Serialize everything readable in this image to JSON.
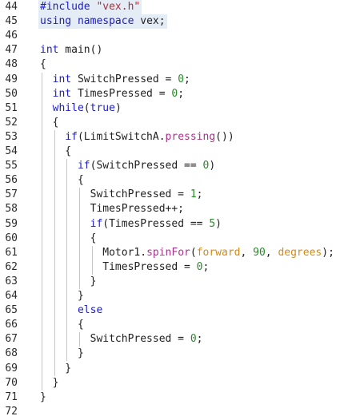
{
  "editor": {
    "lines": [
      {
        "num": "44",
        "code": [
          {
            "t": "#include",
            "c": "pp"
          },
          {
            "t": " "
          },
          {
            "t": "\"vex.h\"",
            "c": "str"
          }
        ]
      },
      {
        "num": "45",
        "code": [
          {
            "t": "using",
            "c": "kw"
          },
          {
            "t": " "
          },
          {
            "t": "namespace",
            "c": "kw"
          },
          {
            "t": " vex;"
          }
        ]
      },
      {
        "num": "46",
        "code": []
      },
      {
        "num": "47",
        "code": [
          {
            "t": "int",
            "c": "kw"
          },
          {
            "t": " main()"
          }
        ]
      },
      {
        "num": "48",
        "code": [
          {
            "t": "{"
          }
        ]
      },
      {
        "num": "49",
        "code": [
          {
            "t": "  "
          },
          {
            "t": "int",
            "c": "kw"
          },
          {
            "t": " SwitchPressed = "
          },
          {
            "t": "0",
            "c": "num"
          },
          {
            "t": ";"
          }
        ]
      },
      {
        "num": "50",
        "code": [
          {
            "t": "  "
          },
          {
            "t": "int",
            "c": "kw"
          },
          {
            "t": " TimesPressed = "
          },
          {
            "t": "0",
            "c": "num"
          },
          {
            "t": ";"
          }
        ]
      },
      {
        "num": "51",
        "code": [
          {
            "t": "  "
          },
          {
            "t": "while",
            "c": "kw"
          },
          {
            "t": "("
          },
          {
            "t": "true",
            "c": "kw"
          },
          {
            "t": ")"
          }
        ]
      },
      {
        "num": "52",
        "code": [
          {
            "t": "  {"
          }
        ]
      },
      {
        "num": "53",
        "code": [
          {
            "t": "    "
          },
          {
            "t": "if",
            "c": "kw"
          },
          {
            "t": "(LimitSwitchA."
          },
          {
            "t": "pressing",
            "c": "fn"
          },
          {
            "t": "())"
          }
        ]
      },
      {
        "num": "54",
        "code": [
          {
            "t": "    {"
          }
        ]
      },
      {
        "num": "55",
        "code": [
          {
            "t": "      "
          },
          {
            "t": "if",
            "c": "kw"
          },
          {
            "t": "(SwitchPressed == "
          },
          {
            "t": "0",
            "c": "num"
          },
          {
            "t": ")"
          }
        ]
      },
      {
        "num": "56",
        "code": [
          {
            "t": "      {"
          }
        ]
      },
      {
        "num": "57",
        "code": [
          {
            "t": "        SwitchPressed = "
          },
          {
            "t": "1",
            "c": "num"
          },
          {
            "t": ";"
          }
        ]
      },
      {
        "num": "58",
        "code": [
          {
            "t": "        TimesPressed++;"
          }
        ]
      },
      {
        "num": "59",
        "code": [
          {
            "t": "        "
          },
          {
            "t": "if",
            "c": "kw"
          },
          {
            "t": "(TimesPressed == "
          },
          {
            "t": "5",
            "c": "num"
          },
          {
            "t": ")"
          }
        ]
      },
      {
        "num": "60",
        "code": [
          {
            "t": "        {"
          }
        ]
      },
      {
        "num": "61",
        "code": [
          {
            "t": "          Motor1."
          },
          {
            "t": "spinFor",
            "c": "fn"
          },
          {
            "t": "("
          },
          {
            "t": "forward",
            "c": "en"
          },
          {
            "t": ", "
          },
          {
            "t": "90",
            "c": "num"
          },
          {
            "t": ", "
          },
          {
            "t": "degrees",
            "c": "en"
          },
          {
            "t": ");"
          }
        ]
      },
      {
        "num": "62",
        "code": [
          {
            "t": "          TimesPressed = "
          },
          {
            "t": "0",
            "c": "num"
          },
          {
            "t": ";"
          }
        ]
      },
      {
        "num": "63",
        "code": [
          {
            "t": "        }"
          }
        ]
      },
      {
        "num": "64",
        "code": [
          {
            "t": "      }"
          }
        ]
      },
      {
        "num": "65",
        "code": [
          {
            "t": "      "
          },
          {
            "t": "else",
            "c": "kw"
          }
        ]
      },
      {
        "num": "66",
        "code": [
          {
            "t": "      {"
          }
        ]
      },
      {
        "num": "67",
        "code": [
          {
            "t": "        SwitchPressed = "
          },
          {
            "t": "0",
            "c": "num"
          },
          {
            "t": ";"
          }
        ]
      },
      {
        "num": "68",
        "code": [
          {
            "t": "      }"
          }
        ]
      },
      {
        "num": "69",
        "code": [
          {
            "t": "    }"
          }
        ]
      },
      {
        "num": "70",
        "code": [
          {
            "t": "  }"
          }
        ]
      },
      {
        "num": "71",
        "code": [
          {
            "t": "}"
          }
        ]
      },
      {
        "num": "72",
        "code": []
      }
    ],
    "highlighted_line_numbers": [
      "44",
      "45"
    ],
    "colors": {
      "keyword": "#1c1cc8",
      "string": "#a8323a",
      "number": "#2a8a2a",
      "function": "#a8328c",
      "enum": "#d48a10",
      "selection": "#e4ecf6"
    }
  }
}
